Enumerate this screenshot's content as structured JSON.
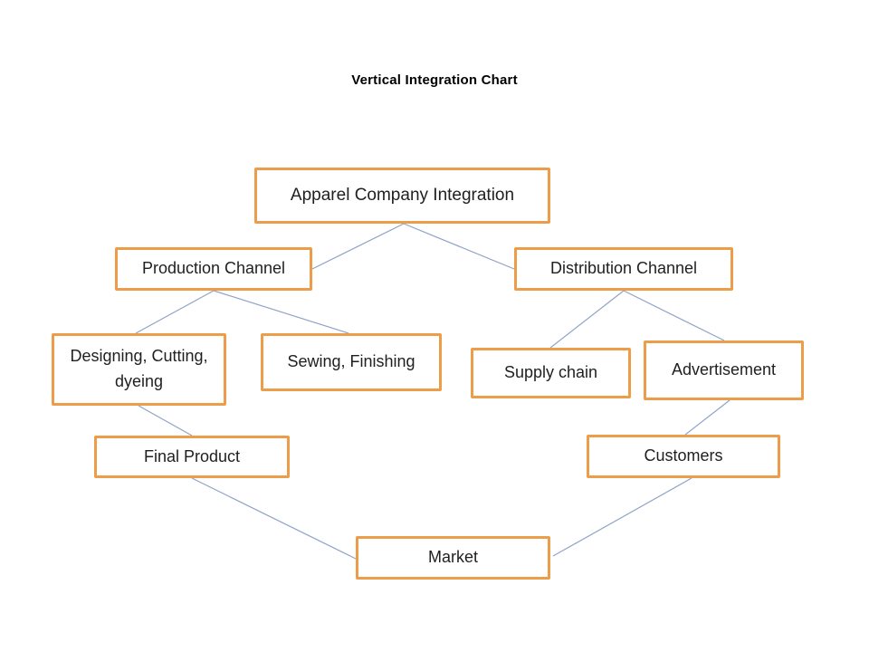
{
  "title": "Vertical Integration Chart",
  "nodes": {
    "apparel": {
      "label": "Apparel Company Integration"
    },
    "production": {
      "label": "Production Channel"
    },
    "distribution": {
      "label": "Distribution Channel"
    },
    "designing": {
      "label": "Designing, Cutting, dyeing"
    },
    "sewing": {
      "label": "Sewing, Finishing"
    },
    "supply": {
      "label": "Supply chain"
    },
    "advertisement": {
      "label": "Advertisement"
    },
    "final_product": {
      "label": "Final Product"
    },
    "customers": {
      "label": "Customers"
    },
    "market": {
      "label": "Market"
    }
  },
  "edges": [
    {
      "from": "apparel",
      "to": "production"
    },
    {
      "from": "apparel",
      "to": "distribution"
    },
    {
      "from": "production",
      "to": "designing"
    },
    {
      "from": "production",
      "to": "sewing"
    },
    {
      "from": "distribution",
      "to": "supply"
    },
    {
      "from": "distribution",
      "to": "advertisement"
    },
    {
      "from": "designing",
      "to": "final_product"
    },
    {
      "from": "advertisement",
      "to": "customers"
    },
    {
      "from": "final_product",
      "to": "market"
    },
    {
      "from": "customers",
      "to": "market"
    }
  ],
  "colors": {
    "box_border": "#ED9C49",
    "connector": "#8FA3C8",
    "text": "#1A1A1A",
    "background": "#FFFFFF"
  }
}
